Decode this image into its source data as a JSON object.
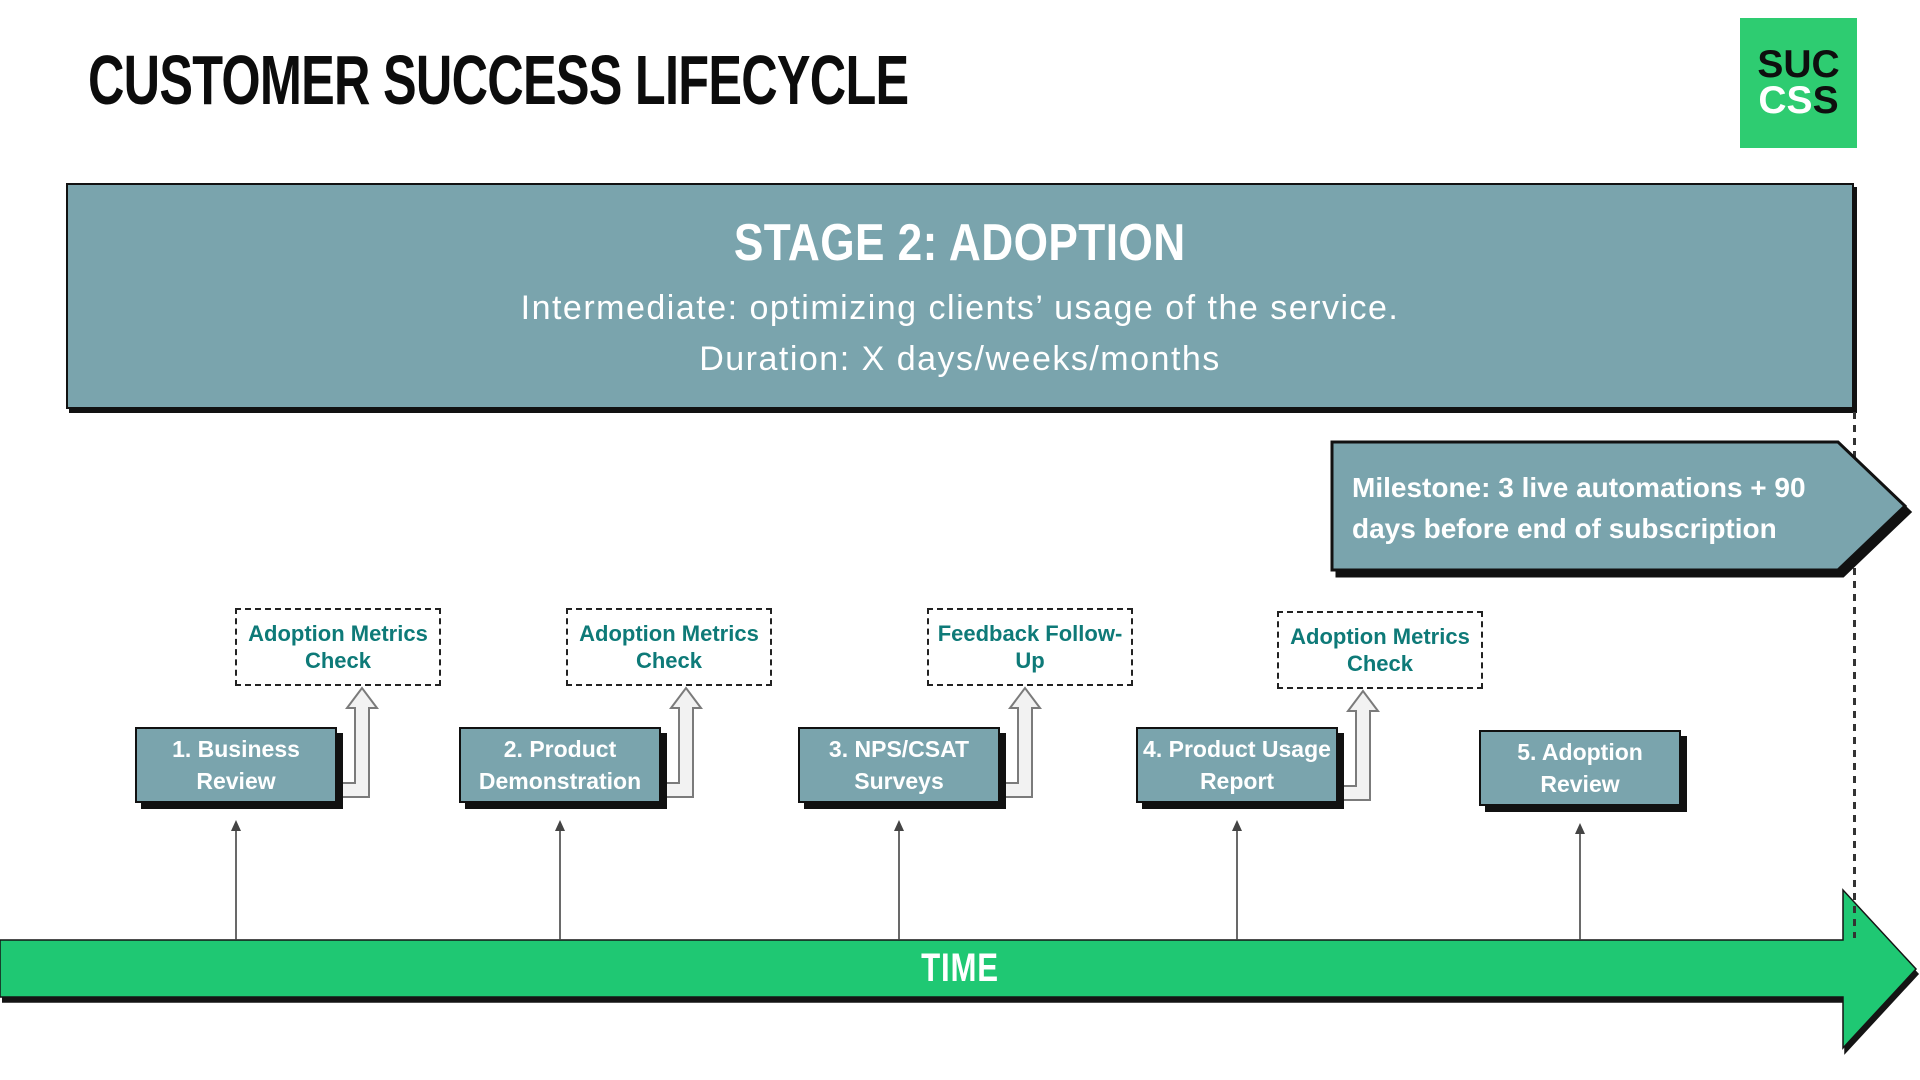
{
  "title": "CUSTOMER SUCCESS LIFECYCLE",
  "logo": {
    "line1": "SUC",
    "line2_white": "CS",
    "line2_black": "S"
  },
  "stage_banner": {
    "heading": "STAGE 2: ADOPTION",
    "subtitle": "Intermediate: optimizing clients’ usage of the service.",
    "duration": "Duration: X days/weeks/months"
  },
  "milestone": {
    "label": "Milestone: 3 live automations + 90 days before end of subscription"
  },
  "checkpoints": [
    {
      "label": "Adoption Metrics Check"
    },
    {
      "label": "Adoption Metrics Check"
    },
    {
      "label": "Feedback Follow-Up"
    },
    {
      "label": "Adoption Metrics Check"
    }
  ],
  "steps": [
    {
      "label": "1. Business Review"
    },
    {
      "label": "2. Product Demonstration"
    },
    {
      "label": "3. NPS/CSAT Surveys"
    },
    {
      "label": "4. Product Usage Report"
    },
    {
      "label": "5. Adoption Review"
    }
  ],
  "timeline": {
    "label": "TIME"
  },
  "colors": {
    "accent_green": "#1fc873",
    "logo_green": "#2ecc71",
    "panel_teal": "#7aa4ad",
    "checkpoint_text_teal": "#0e7a78",
    "outline_black": "#111111"
  }
}
